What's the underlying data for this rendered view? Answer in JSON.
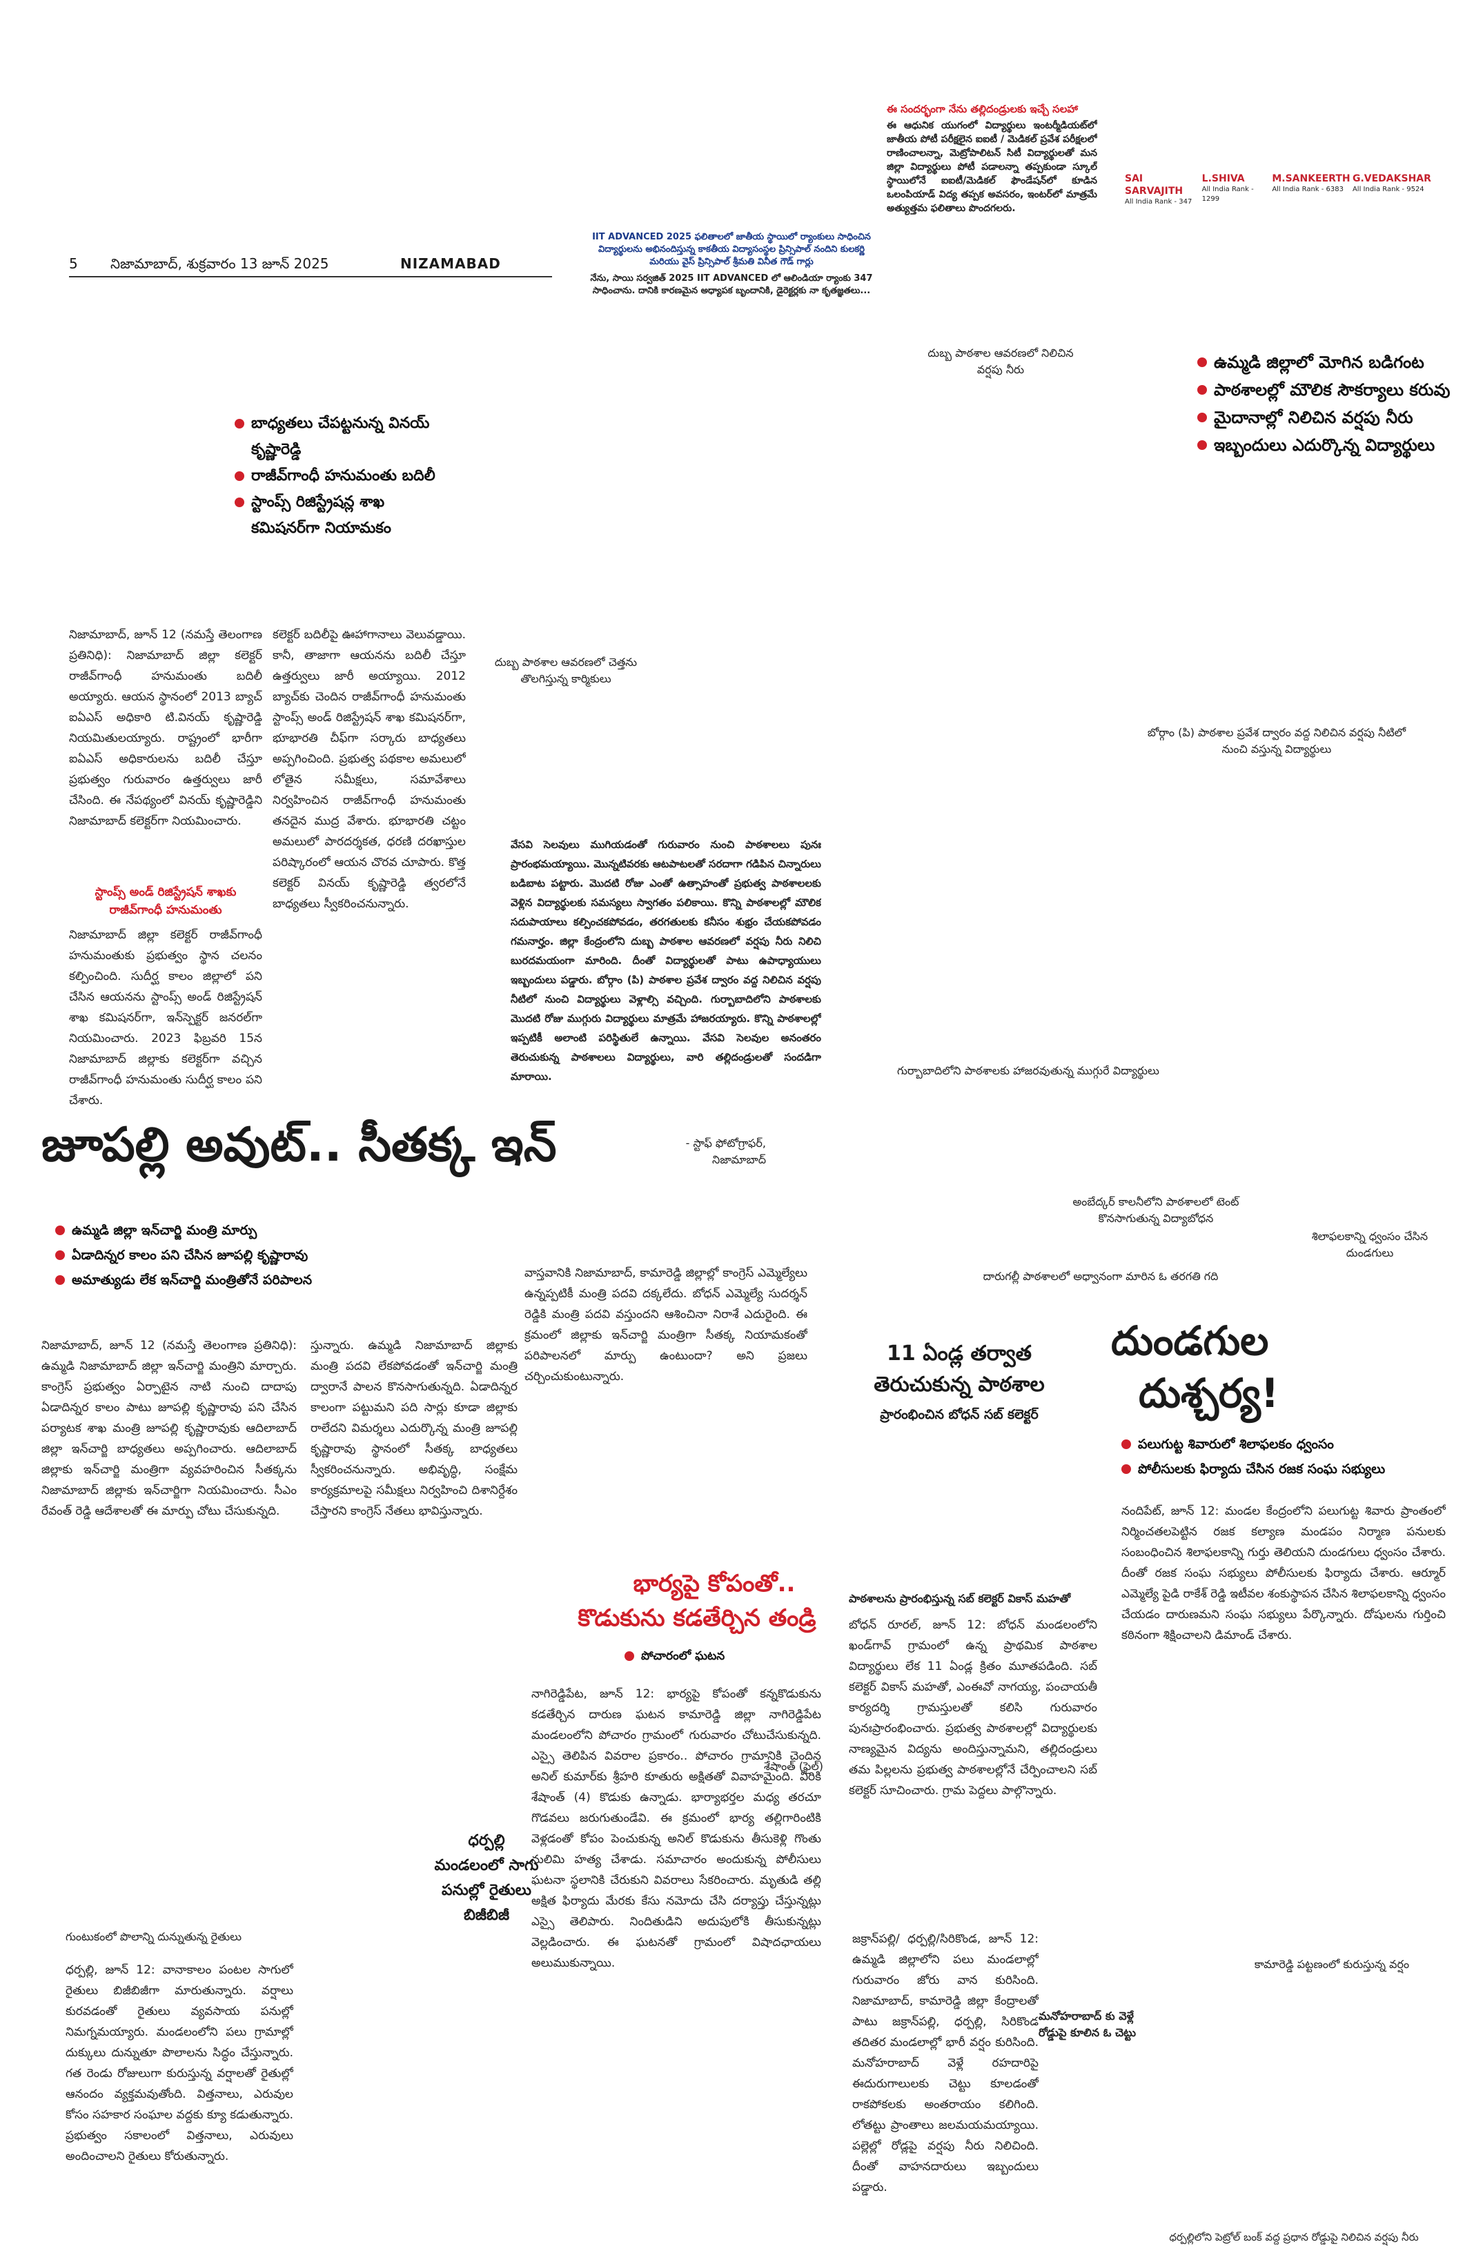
{
  "masthead": {
    "page": "5",
    "date": "నిజామాబాద్, శుక్రవారం 13 జూన్ 2025",
    "edition": "NIZAMABAD"
  },
  "ad": {
    "title": "IIT ADVANCED 2025 ఫలితాలలో జాతీయ స్థాయిలో ర్యాంకులు సాధించిన విద్యార్థులను అభినందిస్తున్న కాకతీయ విద్యాసంస్థల ప్రిన్సిపాల్ నందిని కులకర్ణి మరియు వైస్ ప్రిన్సిపాల్ శ్రీమతి వినీత గౌడ్ గార్లు",
    "caption": "నేను, సాయి సర్వజిత్ 2025 IIT ADVANCED లో ఆలిండియా ర్యాంకు 347 సాధించాను. దానికి కారణమైన అధ్యాపక బృందానికి, డైరెక్టర్లకు నా కృతజ్ఞతలు...",
    "quote_title": "ఈ సందర్భంగా నేను తల్లిదండ్రులకు ఇచ్చే సలహా",
    "quote_body": "ఈ ఆధునిక యుగంలో విద్యార్థులు ఇంటర్మీడియట్‌లో జాతీయ పోటీ పరీక్షలైన ఐఐటీ / మెడికల్ ప్రవేశ పరీక్షలలో రాణించాలన్నా, మెట్రోపాలిటన్ సిటీ విద్యార్థులతో మన జిల్లా విద్యార్థులు పోటీ పడాలన్నా తప్పకుండా స్కూల్ స్థాయిలోనే ఐఐటీ/మెడికల్ ఫౌండేషన్‌లో కూడిన ఒలంపియాడ్ విద్య తప్పక అవసరం, ఇంటర్‌లో మాత్రమే అత్యుత్తమ ఫలితాలు పొందగలరు.",
    "ranks": [
      {
        "name": "SAI SARVAJITH",
        "rank": "All India Rank - 347"
      },
      {
        "name": "L.SHIVA",
        "rank": "All India Rank - 1299"
      },
      {
        "name": "M.SANKEERTH",
        "rank": "All India Rank - 6383"
      },
      {
        "name": "G.VEDAKSHAR",
        "rank": "All India Rank - 9524"
      }
    ]
  },
  "story_rain": {
    "photo_caption_1": "దుబ్బ పాఠశాల ఆవరణలో నిలిచిన వర్షపు నీరు",
    "photo_caption_2": "దుబ్బ పాఠశాల ఆవరణలో చెత్తను తొలగిస్తున్న కార్మికులు",
    "photo_caption_3": "బోర్గాం (పి) పాఠశాల ప్రవేశ ద్వారం వద్ద నిలిచిన వర్షపు నీటిలో నుంచి వస్తున్న విద్యార్థులు",
    "photo_caption_4": "గుర్బాబాదిలోని పాఠశాలకు హాజరవుతున్న ముగ్గురే విద్యార్థులు",
    "photo_caption_5": "అంబేద్కర్ కాలనీలోని పాఠశాలలో టెంట్ కొనసాగుతున్న విద్యాబోధన",
    "photo_caption_6": "దారుగల్లీ పాఠశాలలో అధ్వానంగా మారిన ఓ తరగతి గది",
    "bullets": [
      "ఉమ్మడి జిల్లాలో మోగిన బడిగంట",
      "పాఠశాలల్లో మౌలిక సౌకర్యాలు కరువు",
      "మైదానాల్లో నిలిచిన వర్షపు నీరు",
      "ఇబ్బందులు ఎదుర్కొన్న విద్యార్థులు"
    ],
    "body": "వేసవి సెలవులు ముగియడంతో గురువారం నుంచి పాఠశాలలు పునః ప్రారంభమయ్యాయి. మొన్నటివరకు ఆటపాటలతో సరదాగా గడిపిన చిన్నారులు బడిబాట పట్టారు. మొదటి రోజు ఎంతో ఉత్సాహంతో ప్రభుత్వ పాఠశాలలకు వెళ్లిన విద్యార్థులకు సమస్యలు స్వాగతం పలికాయి. కొన్ని పాఠశాలల్లో మౌలిక సదుపాయాలు కల్పించకపోవడం, తరగతులకు కనీసం శుభ్రం చేయకపోవడం గమనార్హం. జిల్లా కేంద్రంలోని దుబ్బ పాఠశాల ఆవరణలో వర్షపు నీరు నిలిచి బురదమయంగా మారింది. దీంతో విద్యార్థులతో పాటు ఉపాధ్యాయులు ఇబ్బందులు పడ్డారు. బోర్గాం (పి) పాఠశాల ప్రవేశ ద్వారం వద్ద నిలిచిన వర్షపు నీటిలో నుంచి విద్యార్థులు వెళ్లాల్సి వచ్చింది. గుర్బాబాదిలోని పాఠశాలకు మొదటి రోజు ముగ్గురు విద్యార్థులు మాత్రమే హాజరయ్యారు. కొన్ని పాఠశాలల్లో ఇప్పటికీ అలాంటి పరిస్థితులే ఉన్నాయి. వేసవి సెలవుల అనంతరం తెరుచుకున్న పాఠశాలలు విద్యార్థులు, వారి తల్లిదండ్రులతో సందడిగా మారాయి.",
    "byline": "- స్టాఫ్ ఫోటోగ్రాఫర్, నిజామాబాద్"
  },
  "story_jupally": {
    "headline": "జూపల్లి అవుట్.. సీతక్క ఇన్",
    "bullets": [
      "ఉమ్మడి జిల్లా ఇన్‌చార్జి మంత్రి మార్పు",
      "ఏడాదిన్నర కాలం పని చేసిన జూపల్లి కృష్ణారావు",
      "అమాత్యుడు లేక ఇన్‌చార్జి మంత్రితోనే పరిపాలన"
    ],
    "col1": "నిజామాబాద్, జూన్ 12 (నమస్తే తెలంగాణ ప్రతినిధి): ఉమ్మడి నిజామాబాద్ జిల్లా ఇన్‌చార్జి మంత్రిని మార్చారు. కాంగ్రెస్ ప్రభుత్వం ఏర్పాటైన నాటి నుంచి దాదాపు ఏడాదిన్నర కాలం పాటు జూపల్లి కృష్ణారావు పని చేసిన పర్యాటక శాఖ మంత్రి జూపల్లి కృష్ణారావుకు ఆదిలాబాద్ జిల్లా ఇన్‌చార్జి బాధ్యతలు అప్పగించారు. ఆదిలాబాద్ జిల్లాకు ఇన్‌చార్జి మంత్రిగా వ్యవహరించిన సీతక్కను నిజామాబాద్ జిల్లాకు ఇన్‌చార్జిగా నియమించారు. సీఎం రేవంత్ రెడ్డి ఆదేశాలతో ఈ మార్పు చోటు చేసుకున్నది.",
    "col2": "స్తున్నారు. ఉమ్మడి నిజామాబాద్ జిల్లాకు మంత్రి పదవి లేకపోవడంతో ఇన్‌చార్జి మంత్రి ద్వారానే పాలన కొనసాగుతున్నది. ఏడాదిన్నర కాలంగా పట్టుమని పది సార్లు కూడా జిల్లాకు రాలేదని విమర్శలు ఎదుర్కొన్న మంత్రి జూపల్లి కృష్ణారావు స్థానంలో సీతక్క బాధ్యతలు స్వీకరించనున్నారు. అభివృద్ధి, సంక్షేమ కార్యక్రమాలపై సమీక్షలు నిర్వహించి దిశానిర్దేశం చేస్తారని కాంగ్రెస్ నేతలు భావిస్తున్నారు.",
    "col3": "వాస్తవానికి నిజామాబాద్, కామారెడ్డి జిల్లాల్లో కాంగ్రెస్ ఎమ్మెల్యేలు ఉన్నప్పటికీ మంత్రి పదవి దక్కలేదు. బోధన్ ఎమ్మెల్యే సుదర్శన్ రెడ్డికి మంత్రి పదవి వస్తుందని ఆశించినా నిరాశే ఎదురైంది. ఈ క్రమంలో జిల్లాకు ఇన్‌చార్జి మంత్రిగా సీతక్క నియామకంతో పరిపాలనలో మార్పు ఉంటుందా? అని ప్రజలు చర్చించుకుంటున్నారు."
  },
  "story_vinay": {
    "bullets": [
      "బాధ్యతలు చేపట్టనున్న వినయ్ కృష్ణారెడ్డి",
      "రాజీవ్‌గాంధీ హనుమంతు బదిలీ",
      "స్టాంప్స్ రిజిస్ట్రేషన్ల శాఖ కమిషనర్‌గా నియామకం"
    ],
    "col1a": "నిజామాబాద్, జూన్ 12 (నమస్తే తెలంగాణ ప్రతినిధి): నిజామాబాద్ జిల్లా కలెక్టర్ రాజీవ్‌గాంధీ హనుమంతు బదిలీ అయ్యారు. ఆయన స్థానంలో 2013 బ్యాచ్ ఐఏఎస్ అధికారి టి.వినయ్ కృష్ణారెడ్డి నియమితులయ్యారు. రాష్ట్రంలో భారీగా ఐఏఎస్ అధికారులను బదిలీ చేస్తూ ప్రభుత్వం గురువారం ఉత్తర్వులు జారీ చేసింది. ఈ నేపథ్యంలో వినయ్ కృష్ణారెడ్డిని నిజామాబాద్ కలెక్టర్‌గా నియమించారు.",
    "subhead": "స్టాంప్స్ అండ్ రిజిస్ట్రేషన్ శాఖకు రాజీవ్‌గాంధీ హనుమంతు",
    "col1b": "నిజామాబాద్ జిల్లా కలెక్టర్ రాజీవ్‌గాంధీ హనుమంతుకు ప్రభుత్వం స్థాన చలనం కల్పించింది. సుదీర్ఘ కాలం జిల్లాలో పని చేసిన ఆయనను స్టాంప్స్ అండ్ రిజిస్ట్రేషన్ శాఖ కమిషనర్‌గా, ఇన్‌స్పెక్టర్ జనరల్‌గా నియమించారు. 2023 ఫిబ్రవరి 15న నిజామాబాద్ జిల్లాకు కలెక్టర్‌గా వచ్చిన రాజీవ్‌గాంధీ హనుమంతు సుదీర్ఘ కాలం పని చేశారు.",
    "col2": "కలెక్టర్ బదిలీపై ఊహాగానాలు వెలువడ్డాయి. కానీ, తాజాగా ఆయనను బదిలీ చేస్తూ ఉత్తర్వులు జారీ అయ్యాయి. 2012 బ్యాచ్‌కు చెందిన రాజీవ్‌గాంధీ హనుమంతు స్టాంప్స్ అండ్ రిజిస్ట్రేషన్ శాఖ కమిషనర్‌గా, భూభారతి చీఫ్‌గా సర్కారు బాధ్యతలు అప్పగించింది. ప్రభుత్వ పథకాల అమలులో లోతైన సమీక్షలు, సమావేశాలు నిర్వహించిన రాజీవ్‌గాంధీ హనుమంతు తనదైన ముద్ర వేశారు. భూభారతి చట్టం అమలులో పారదర్శకత, ధరణి దరఖాస్తుల పరిష్కారంలో ఆయన చొరవ చూపారు. కొత్త కలెక్టర్ వినయ్ కృష్ణారెడ్డి త్వరలోనే బాధ్యతలు స్వీకరించనున్నారు."
  },
  "story_school": {
    "headline_1": "11 ఏండ్ల తర్వాత",
    "headline_2": "తెరుచుకున్న పాఠశాల",
    "subhead": "ప్రారంభించిన బోధన్ సబ్ కలెక్టర్",
    "photo_caption": "పాఠశాలను ప్రారంభిస్తున్న సబ్ కలెక్టర్ వికాస్ మహతో",
    "body": "బోధన్ రూరల్, జూన్ 12: బోధన్ మండలంలోని ఖండ్‌గావ్ గ్రామంలో ఉన్న ప్రాథమిక పాఠశాల విద్యార్థులు లేక 11 ఏండ్ల క్రితం మూతపడింది. సబ్ కలెక్టర్ వికాస్ మహతో, ఎంఈవో నాగయ్య, పంచాయతీ కార్యదర్శి గ్రామస్తులతో కలిసి గురువారం పునఃప్రారంభించారు. ప్రభుత్వ పాఠశాలల్లో విద్యార్థులకు నాణ్యమైన విద్యను అందిస్తున్నామని, తల్లిదండ్రులు తమ పిల్లలను ప్రభుత్వ పాఠశాలల్లోనే చేర్పించాలని సబ్ కలెక్టర్ సూచించారు. గ్రామ పెద్దలు పాల్గొన్నారు."
  },
  "story_dundagula": {
    "headline_1": "దుండగుల",
    "headline_2": "దుశ్చర్య!",
    "photo_caption": "శిలాఫలకాన్ని ధ్వంసం చేసిన దుండగులు",
    "bullets": [
      "పలుగుట్ట శివారులో శిలాఫలకం ధ్వంసం",
      "పోలీసులకు ఫిర్యాదు చేసిన రజక సంఘ సభ్యులు"
    ],
    "body": "నందిపేట్, జూన్ 12: మండల కేంద్రంలోని పలుగుట్ట శివారు ప్రాంతంలో నిర్మించతలపెట్టిన రజక కల్యాణ మండపం నిర్మాణ పనులకు సంబంధించిన శిలాఫలకాన్ని గుర్తు తెలియని దుండగులు ధ్వంసం చేశారు. దీంతో రజక సంఘ సభ్యులు పోలీసులకు ఫిర్యాదు చేశారు. ఆర్మూర్ ఎమ్మెల్యే పైడి రాకేశ్ రెడ్డి ఇటీవల శంకుస్థాపన చేసిన శిలాఫలకాన్ని ధ్వంసం చేయడం దారుణమని సంఘ సభ్యులు పేర్కొన్నారు. దోషులను గుర్తించి కఠినంగా శిక్షించాలని డిమాండ్ చేశారు."
  },
  "story_father": {
    "headline_1": "భార్యపై కోపంతో..",
    "headline_2": "కొడుకును కడతేర్చిన తండ్రి",
    "bullet": "పోచారంలో ఘటన",
    "photo_caption": "శేషాంత్ (ఫైల్)",
    "body": "నాగిరెడ్డిపేట, జూన్ 12: భార్యపై కోపంతో కన్నకొడుకును కడతేర్చిన దారుణ ఘటన కామారెడ్డి జిల్లా నాగిరెడ్డిపేట మండలంలోని పోచారం గ్రామంలో గురువారం చోటుచేసుకున్నది. ఎస్సై తెలిపిన వివరాల ప్రకారం.. పోచారం గ్రామానికి చెందిన అనిల్ కుమార్‌కు శ్రీహరి కూతురు అక్షితతో వివాహమైంది. వీరికి శేషాంత్ (4) కొడుకు ఉన్నాడు. భార్యాభర్తల మధ్య తరచూ గొడవలు జరుగుతుండేవి. ఈ క్రమంలో భార్య తల్లిగారింటికి వెళ్లడంతో కోపం పెంచుకున్న అనిల్ కొడుకును తీసుకెళ్లి గొంతు నులిమి హత్య చేశాడు. సమాచారం అందుకున్న పోలీసులు ఘటనా స్థలానికి చేరుకుని వివరాలు సేకరించారు. మృతుడి తల్లి అక్షిత ఫిర్యాదు మేరకు కేసు నమోదు చేసి దర్యాప్తు చేస్తున్నట్లు ఎస్సై తెలిపారు. నిందితుడిని అదుపులోకి తీసుకున్నట్లు వెల్లడించారు. ఈ ఘటనతో గ్రామంలో విషాదఛాయలు అలుముకున్నాయి."
  },
  "story_farmers": {
    "photo_caption": "గుంటుకంలో పొలాన్ని దున్నుతున్న రైతులు",
    "headline": "ధర్పల్లి మండలంలో సాగు పనుల్లో రైతులు బిజీబిజీ",
    "body": "ధర్పల్లి, జూన్ 12: వానాకాలం పంటల సాగులో రైతులు బిజీబిజీగా మారుతున్నారు. వర్షాలు కురవడంతో రైతులు వ్యవసాయ పనుల్లో నిమగ్నమయ్యారు. మండలంలోని పలు గ్రామాల్లో దుక్కులు దున్నుతూ పొలాలను సిద్ధం చేస్తున్నారు. గత రెండు రోజులుగా కురుస్తున్న వర్షాలతో రైతుల్లో ఆనందం వ్యక్తమవుతోంది. విత్తనాలు, ఎరువుల కోసం సహకార సంఘాల వద్దకు క్యూ కడుతున్నారు. ప్రభుత్వం సకాలంలో విత్తనాలు, ఎరువులు అందించాలని రైతులు కోరుతున్నారు.",
    "photo_caption_2": "మనోహరాబాద్ కు వెళ్లే రోడ్డుపై కూలిన ఓ చెట్టు",
    "col2": "జక్రాన్‌పల్లి/ ధర్పల్లి/సిరికొండ, జూన్ 12: ఉమ్మడి జిల్లాలోని పలు మండలాల్లో గురువారం జోరు వాన కురిసింది. నిజామాబాద్, కామారెడ్డి జిల్లా కేంద్రాలతో పాటు జక్రాన్‌పల్లి, ధర్పల్లి, సిరికొండ తదితర మండలాల్లో భారీ వర్షం కురిసింది. మనోహరాబాద్ వెళ్లే రహదారిపై ఈదురుగాలులకు చెట్టు కూలడంతో రాకపోకలకు అంతరాయం కలిగింది. లోతట్టు ప్రాంతాలు జలమయమయ్యాయి. పల్లెల్లో రోడ్లపై వర్షపు నీరు నిలిచింది. దీంతో వాహనదారులు ఇబ్బందులు పడ్డారు.",
    "photo_caption_3": "కామారెడ్డి పట్టణంలో కురుస్తున్న వర్షం",
    "photo_caption_4": "ధర్పల్లిలోని పెట్రోల్ బంక్ వద్ద ప్రధాన రోడ్డుపై నిలిచిన వర్షపు నీరు"
  }
}
